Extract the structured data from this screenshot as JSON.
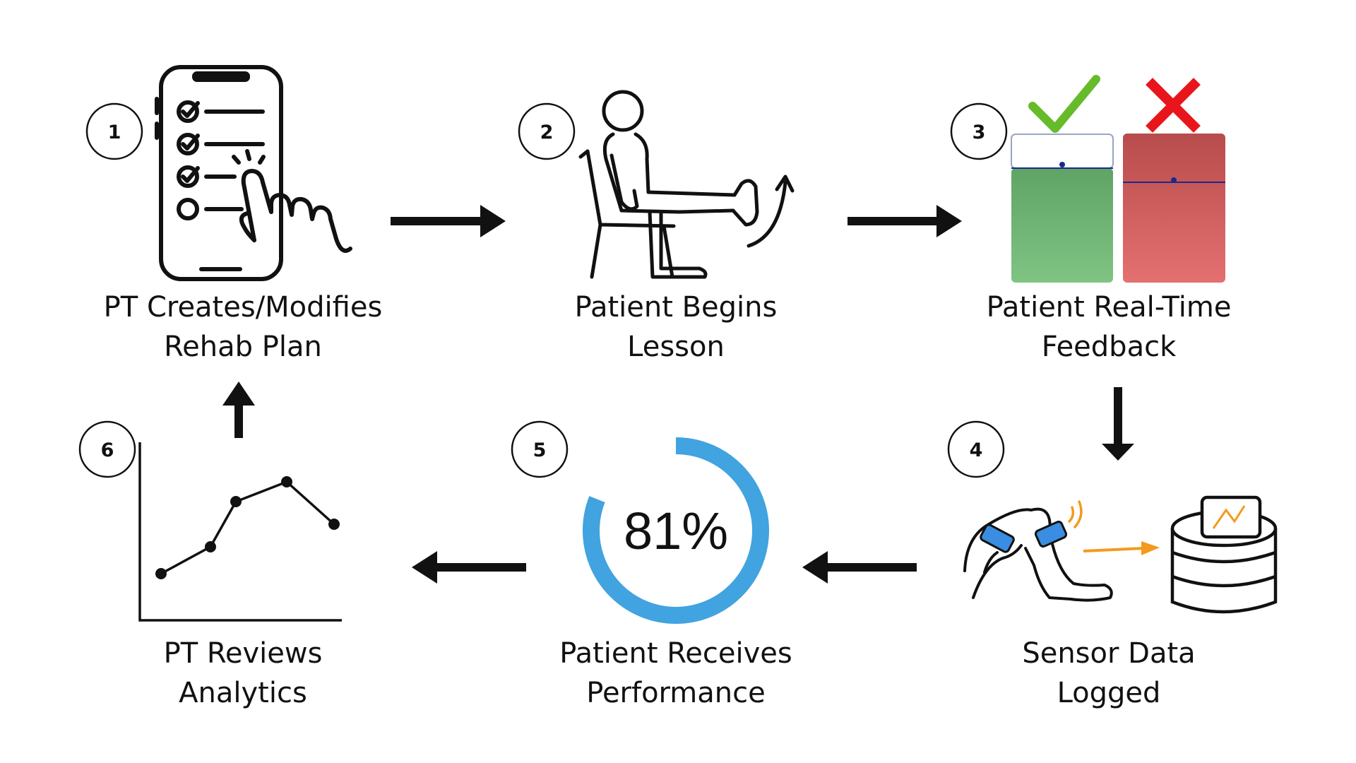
{
  "steps": [
    {
      "number": "1",
      "caption_line1": "PT Creates/Modifies",
      "caption_line2": "Rehab Plan",
      "icon": "phone-checklist-tap-icon"
    },
    {
      "number": "2",
      "caption_line1": "Patient Begins",
      "caption_line2": "Lesson",
      "icon": "seated-leg-extension-icon"
    },
    {
      "number": "3",
      "caption_line1": "Patient Real-Time",
      "caption_line2": "Feedback",
      "icon": "feedback-bars-icon"
    },
    {
      "number": "4",
      "caption_line1": "Sensor Data",
      "caption_line2": "Logged",
      "icon": "knee-sensor-database-icon"
    },
    {
      "number": "5",
      "caption_line1": "Patient Receives",
      "caption_line2": "Performance",
      "icon": "performance-ring-icon"
    },
    {
      "number": "6",
      "caption_line1": "PT Reviews",
      "caption_line2": "Analytics",
      "icon": "line-chart-icon"
    }
  ],
  "performance": {
    "percent_label": "81%",
    "fraction": 0.81
  },
  "colors": {
    "ring": "#41a3df",
    "good": "#6ab06e",
    "bad": "#d96466",
    "check": "#66bb2a",
    "cross": "#e8161c",
    "sensor": "#3a8de0",
    "data_arrow": "#f39a1e"
  }
}
